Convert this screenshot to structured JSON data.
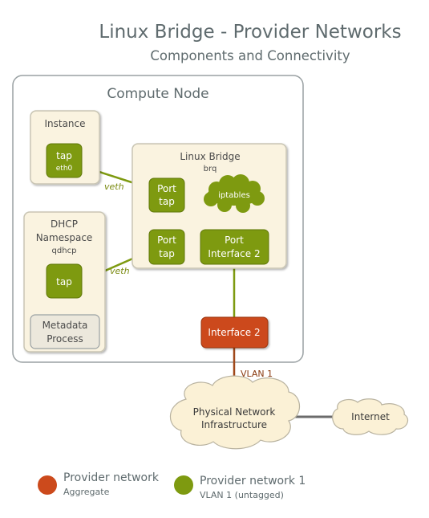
{
  "header": {
    "title": "Linux Bridge - Provider Networks",
    "subtitle": "Components and Connectivity"
  },
  "compute_node": {
    "title": "Compute Node",
    "instance": {
      "title": "Instance",
      "tap_label": "tap",
      "tap_sub": "eth0"
    },
    "dhcp": {
      "title_line1": "DHCP",
      "title_line2": "Namespace",
      "sub": "qdhcp",
      "tap_label": "tap",
      "metadata_line1": "Metadata",
      "metadata_line2": "Process"
    },
    "bridge": {
      "title": "Linux Bridge",
      "sub": "brq",
      "port_tap1_line1": "Port",
      "port_tap1_line2": "tap",
      "port_tap2_line1": "Port",
      "port_tap2_line2": "tap",
      "iptables": "iptables",
      "port_iface_line1": "Port",
      "port_iface_line2": "Interface 2"
    },
    "interface": "Interface 2"
  },
  "links": {
    "veth1": "veth",
    "veth2": "veth",
    "vlan": "VLAN 1"
  },
  "physical": {
    "line1": "Physical Network",
    "line2": "Infrastructure",
    "internet": "Internet"
  },
  "legend": [
    {
      "title": "Provider network",
      "sub": "Aggregate",
      "color": "#cc4a1c"
    },
    {
      "title": "Provider network 1",
      "sub": "VLAN 1 (untagged)",
      "color": "#7e9a10"
    }
  ],
  "colors": {
    "green": "#7e9a10",
    "green_border": "#5f7708",
    "orange": "#cc4a1c",
    "box_fill": "#faf3e0",
    "box_border": "#c9c5b4",
    "node_border": "#9aa1a3",
    "link": "#7e9a10",
    "link_gray": "#6b6b6b",
    "vlan_link": "#a0481a"
  }
}
